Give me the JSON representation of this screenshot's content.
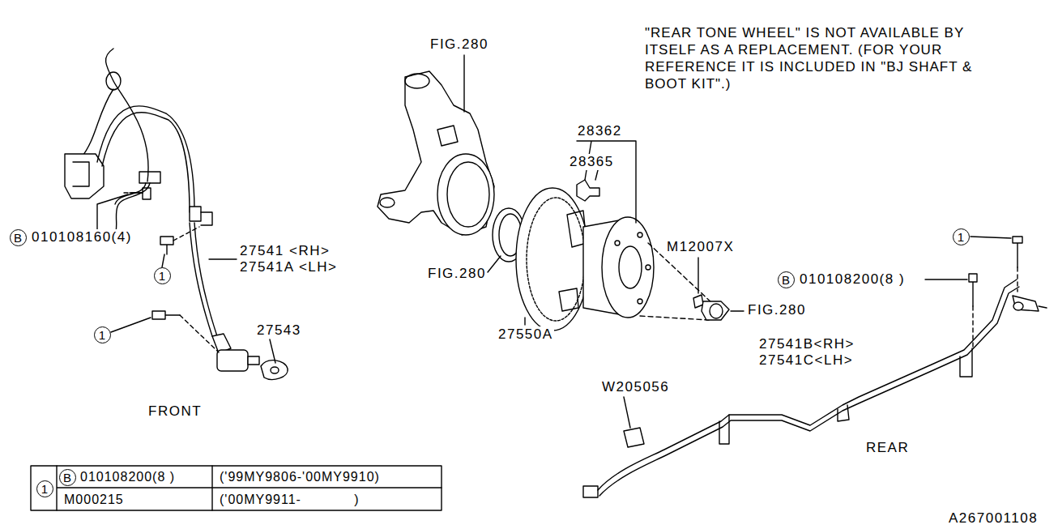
{
  "diagram": {
    "nodes": [
      {
        "text": [
          "1"
        ]
      },
      {
        "text": [
          "B"
        ]
      },
      {
        "text": [
          "1"
        ]
      },
      {
        "text": [
          "B"
        ]
      },
      {
        "text": [
          "1"
        ]
      },
      {
        "text": [
          "B"
        ]
      },
      {
        "text": [
          "1"
        ]
      }
    ],
    "labels": [
      "FIG.280",
      "\"REAR TONE WHEEL\" IS NOT AVAILABLE BY ITSELF AS A REPLACEMENT. (FOR YOUR REFERENCE IT IS INCLUDED IN \"BJ SHAFT & BOOT KIT\".)",
      "28362",
      "28365",
      "010108160(4)",
      "M12007X",
      "27541 <RH>",
      "27541A <LH>",
      "FIG.280",
      "010108200(8 )",
      "FIG.280",
      "27543",
      "27550A",
      "27541B<RH>",
      "27541C<LH>",
      "W205056",
      "FRONT",
      "REAR",
      "010108200(8 )",
      "('99MY9806-'00MY9910)",
      "M000215",
      "('00MY9911-            )",
      "A267001108"
    ]
  }
}
